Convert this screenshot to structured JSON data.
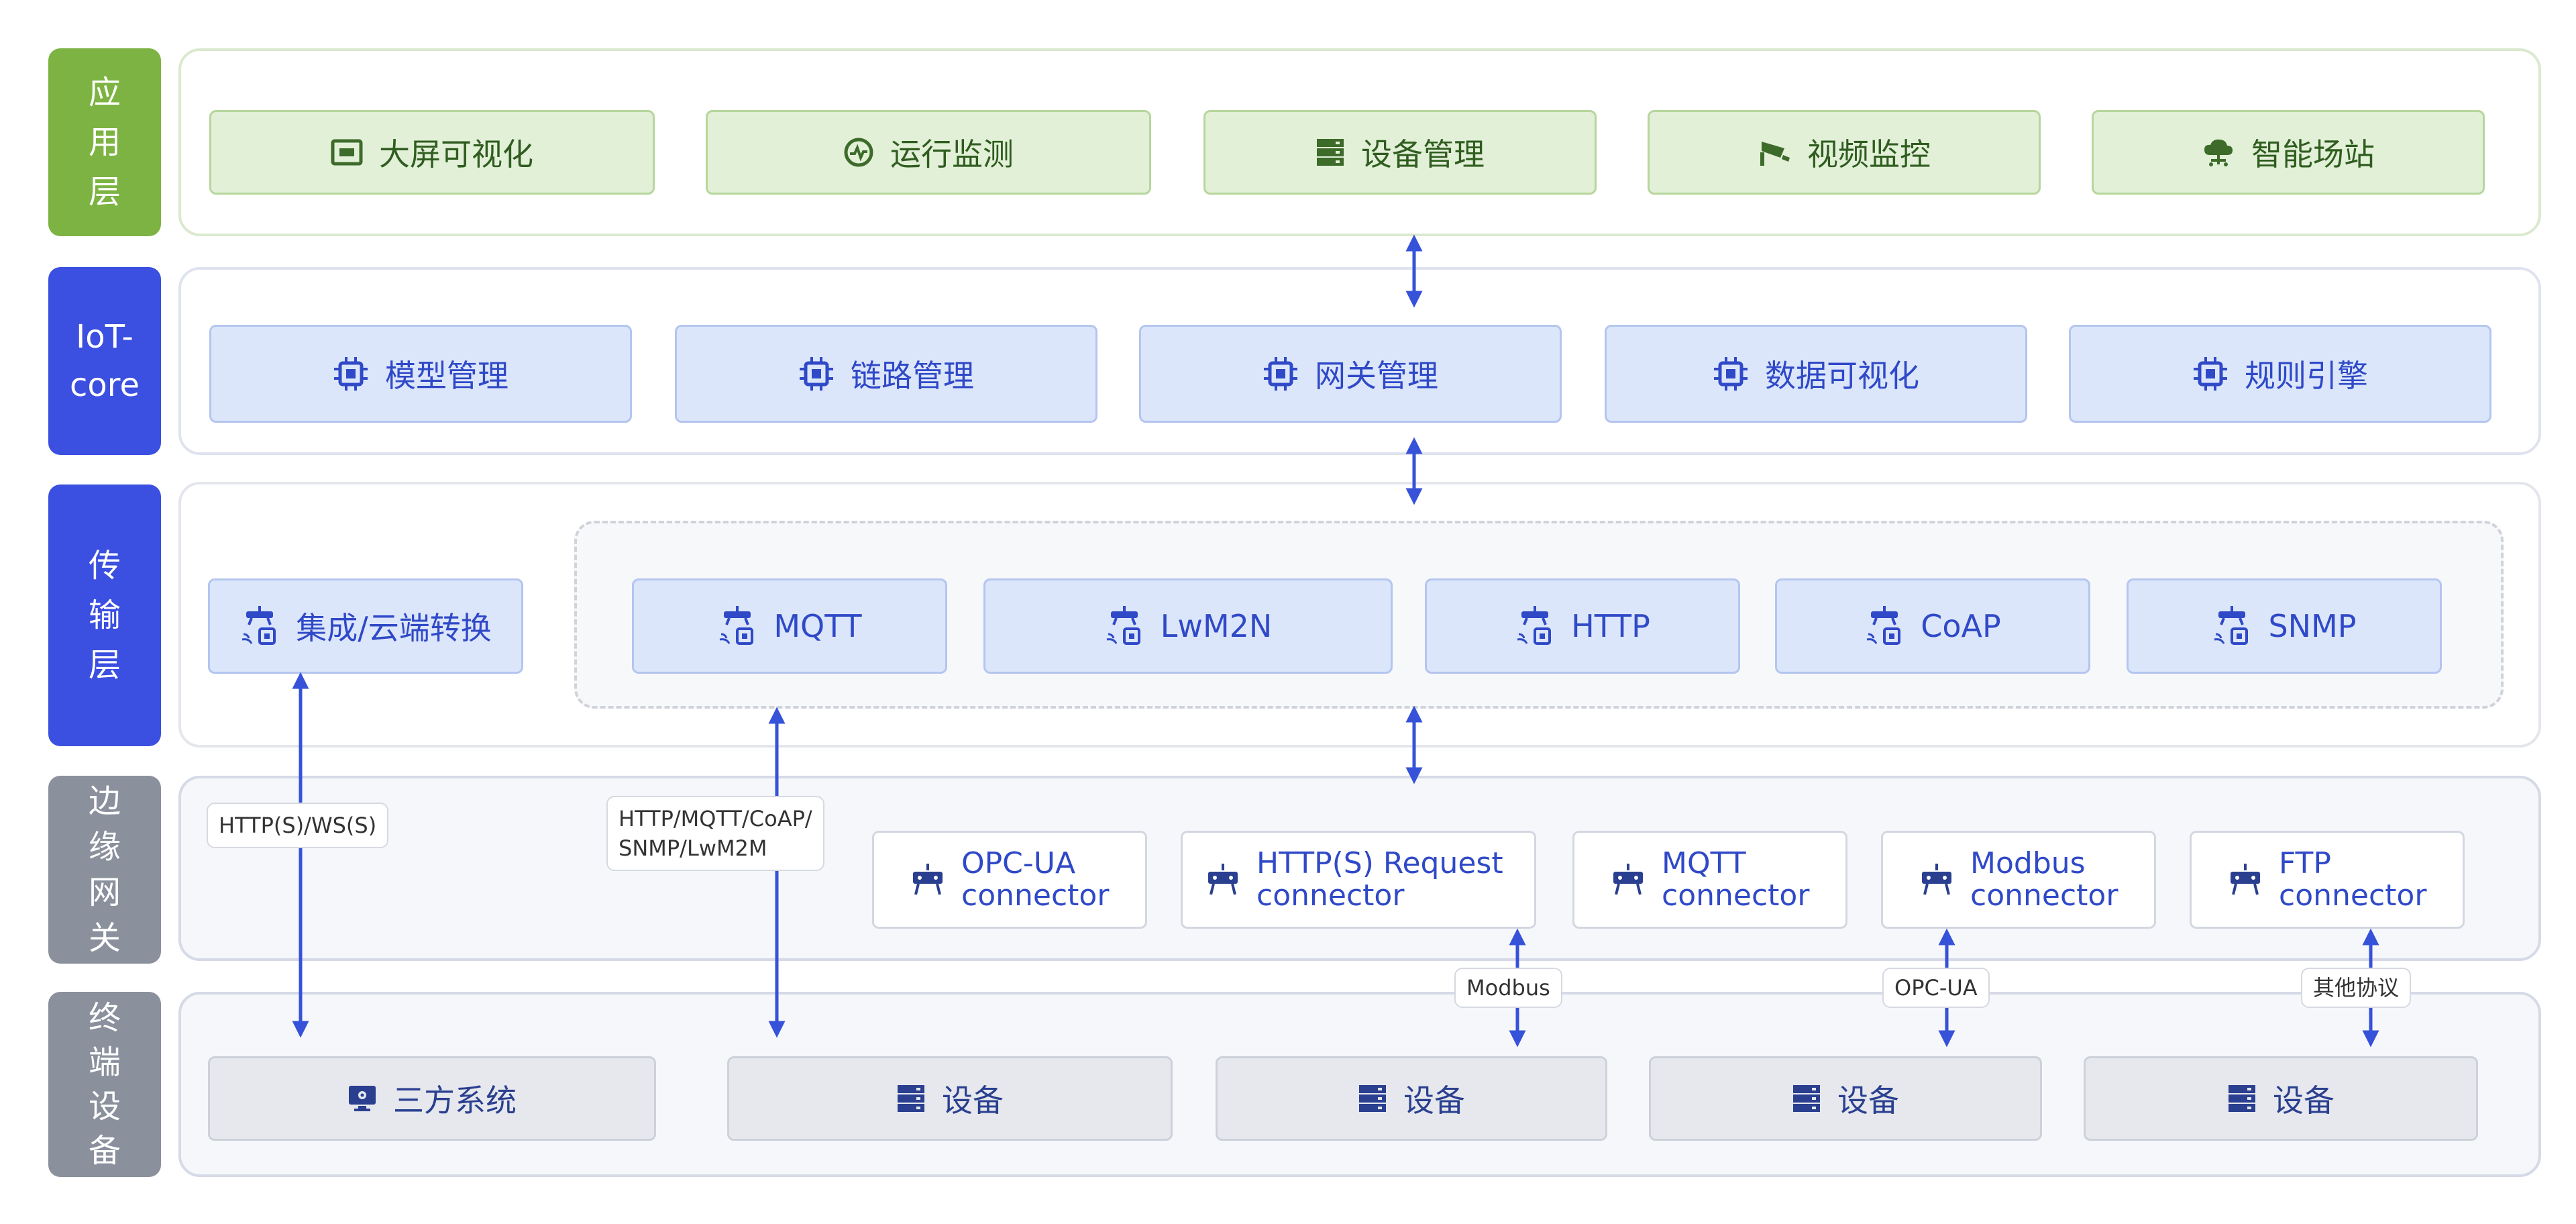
{
  "layers": {
    "app": {
      "label": [
        "应",
        "用",
        "层"
      ]
    },
    "iot": {
      "label": [
        "IoT-",
        "core"
      ]
    },
    "transport": {
      "label": [
        "传",
        "输",
        "层"
      ]
    },
    "edge": {
      "label": [
        "边",
        "缘",
        "网",
        "关"
      ]
    },
    "terminal": {
      "label": [
        "终",
        "端",
        "设",
        "备"
      ]
    }
  },
  "app_items": [
    "大屏可视化",
    "运行监测",
    "设备管理",
    "视频监控",
    "智能场站"
  ],
  "iot_items": [
    "模型管理",
    "链路管理",
    "网关管理",
    "数据可视化",
    "规则引擎"
  ],
  "transport_items": [
    "集成/云端转换",
    "MQTT",
    "LwM2N",
    "HTTP",
    "CoAP",
    "SNMP"
  ],
  "edge_items": [
    [
      "OPC-UA",
      "connector"
    ],
    [
      "HTTP(S) Request",
      "connector"
    ],
    [
      "MQTT",
      "connector"
    ],
    [
      "Modbus",
      "connector"
    ],
    [
      "FTP",
      "connector"
    ]
  ],
  "terminal_items": [
    "三方系统",
    "设备",
    "设备",
    "设备",
    "设备"
  ],
  "protocols": {
    "left": "HTTP(S)/WS(S)",
    "mid_1": "HTTP/MQTT/CoAP/",
    "mid_2": "SNMP/LwM2M",
    "modbus": "Modbus",
    "opcua": "OPC-UA",
    "other": "其他协议"
  },
  "colors": {
    "app_label": "#7cb342",
    "iot_label": "#3b4fe0",
    "edge_label": "#8a909c",
    "arrow": "#3552d8",
    "blue_text": "#2f49c7"
  }
}
